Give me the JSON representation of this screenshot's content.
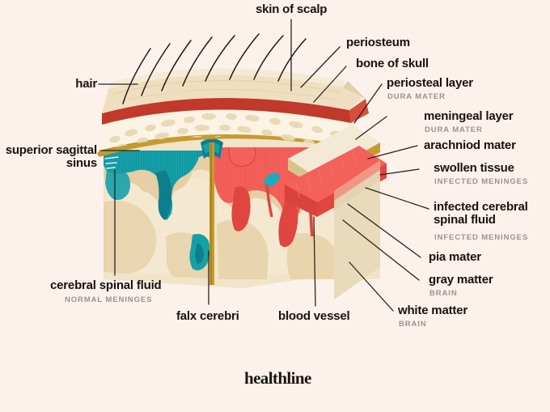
{
  "diagram": {
    "title": "Meninges and meningitis cross-section of scalp, skull and brain",
    "background_color": "#fdf1ec",
    "label_color": "#16120f",
    "sublabel_color": "#9a9490"
  },
  "labels": {
    "skin_of_scalp": "skin of scalp",
    "hair": "hair",
    "periosteum": "periosteum",
    "bone_of_skull": "bone of skull",
    "periosteal_layer": "periosteal layer",
    "periosteal_layer_sub": "DURA MATER",
    "meningeal_layer": "meningeal layer",
    "meningeal_layer_sub": "DURA MATER",
    "arachnoid_mater": "arachniod mater",
    "swollen_tissue": "swollen tissue",
    "swollen_tissue_sub": "INFECTED MENINGES",
    "infected_csf": "infected cerebral spinal fluid",
    "infected_csf_sub": "INFECTED MENINGES",
    "pia_mater": "pia mater",
    "gray_matter": "gray matter",
    "gray_matter_sub": "BRAIN",
    "white_matter": "white matter",
    "white_matter_sub": "BRAIN",
    "superior_sagittal_sinus": "superior sagittal sinus",
    "cerebral_spinal_fluid": "cerebral spinal fluid",
    "cerebral_spinal_fluid_sub": "NORMAL MENINGES",
    "falx_cerebri": "falx cerebri",
    "blood_vessel": "blood vessel"
  },
  "brand": {
    "logo": "healthline"
  },
  "colors": {
    "scalp_top": "#efdfc0",
    "scalp_side": "#e3cfa8",
    "periosteum_red": "#c0392b",
    "bone_cream": "#fbf3e4",
    "bone_cell": "#e7d9b4",
    "dura_gold": "#c79a2e",
    "csf_teal": "#15a0a8",
    "csf_teal_dark": "#0d7f8c",
    "infected_red": "#f4605a",
    "infected_red_dark": "#e0453f",
    "gray_matter": "#e6cfa4",
    "white_matter": "#f0e2c8",
    "vessel_teal": "#1fa9bd",
    "leader_line": "#2a2420"
  }
}
